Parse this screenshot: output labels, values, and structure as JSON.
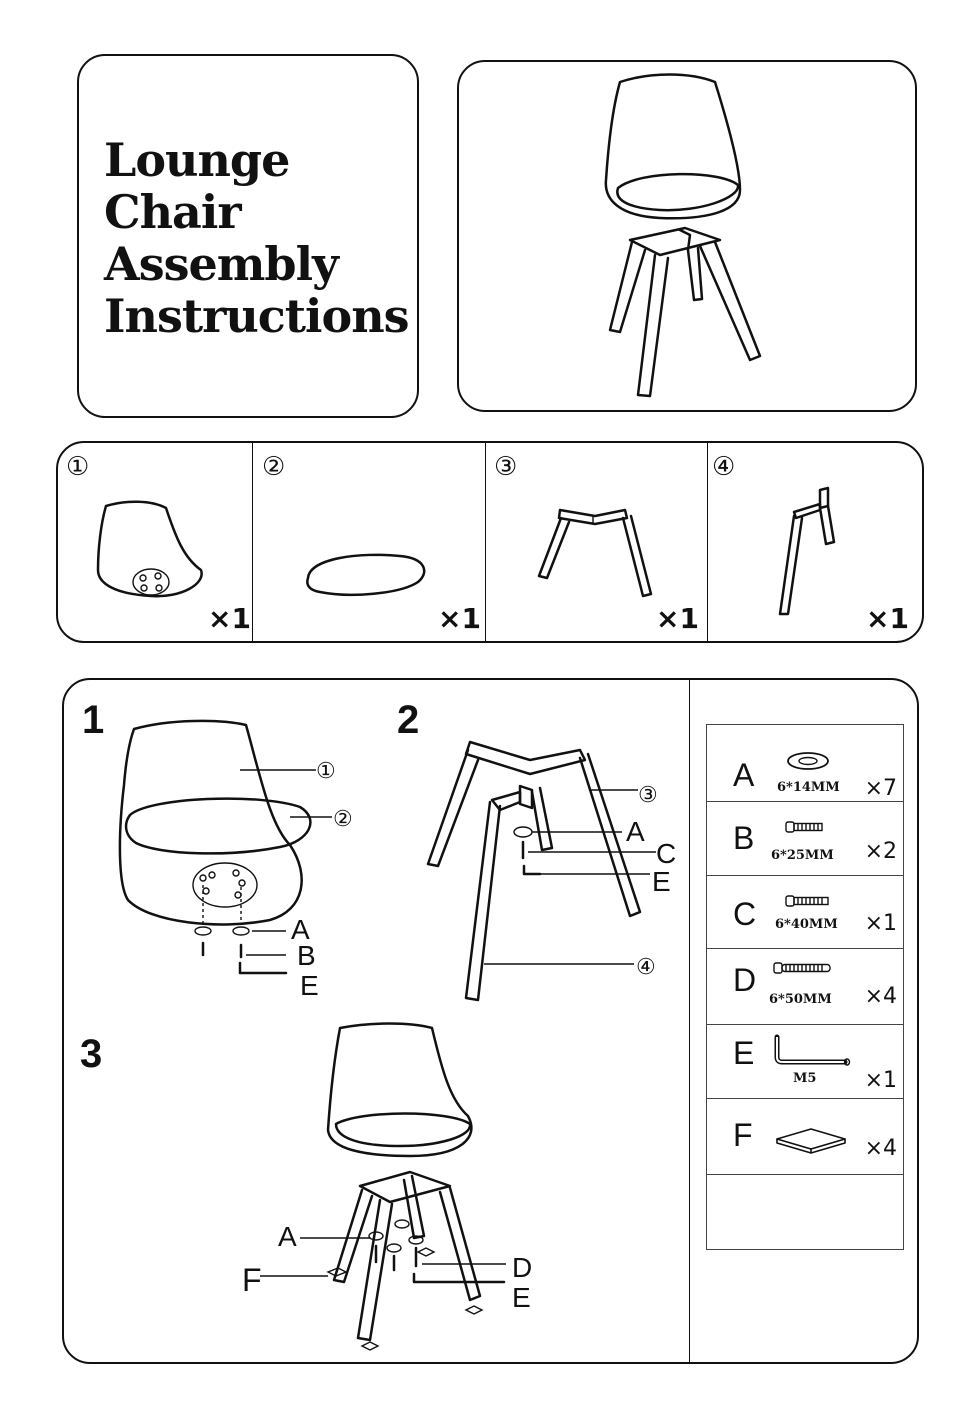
{
  "title": {
    "lines": [
      "Lounge",
      "Chair",
      "Assembly",
      "Instructions"
    ]
  },
  "components": [
    {
      "number": "①",
      "quantity": "×1"
    },
    {
      "number": "②",
      "quantity": "×1"
    },
    {
      "number": "③",
      "quantity": "×1"
    },
    {
      "number": "④",
      "quantity": "×1"
    }
  ],
  "steps": [
    {
      "number": "1",
      "callouts": [
        "①",
        "②",
        "A",
        "B",
        "E"
      ]
    },
    {
      "number": "2",
      "callouts": [
        "③",
        "A",
        "C",
        "E",
        "④"
      ]
    },
    {
      "number": "3",
      "callouts": [
        "A",
        "F",
        "D",
        "E"
      ]
    }
  ],
  "parts": [
    {
      "letter": "A",
      "size": "6*14MM",
      "quantity": "×7",
      "icon": "washer-icon"
    },
    {
      "letter": "B",
      "size": "6*25MM",
      "quantity": "×2",
      "icon": "short-screw-icon"
    },
    {
      "letter": "C",
      "size": "6*40MM",
      "quantity": "×1",
      "icon": "medium-screw-icon"
    },
    {
      "letter": "D",
      "size": "6*50MM",
      "quantity": "×4",
      "icon": "long-screw-icon"
    },
    {
      "letter": "E",
      "size": "M5",
      "quantity": "×1",
      "icon": "allen-key-icon"
    },
    {
      "letter": "F",
      "size": "",
      "quantity": "×4",
      "icon": "foot-pad-icon"
    }
  ]
}
